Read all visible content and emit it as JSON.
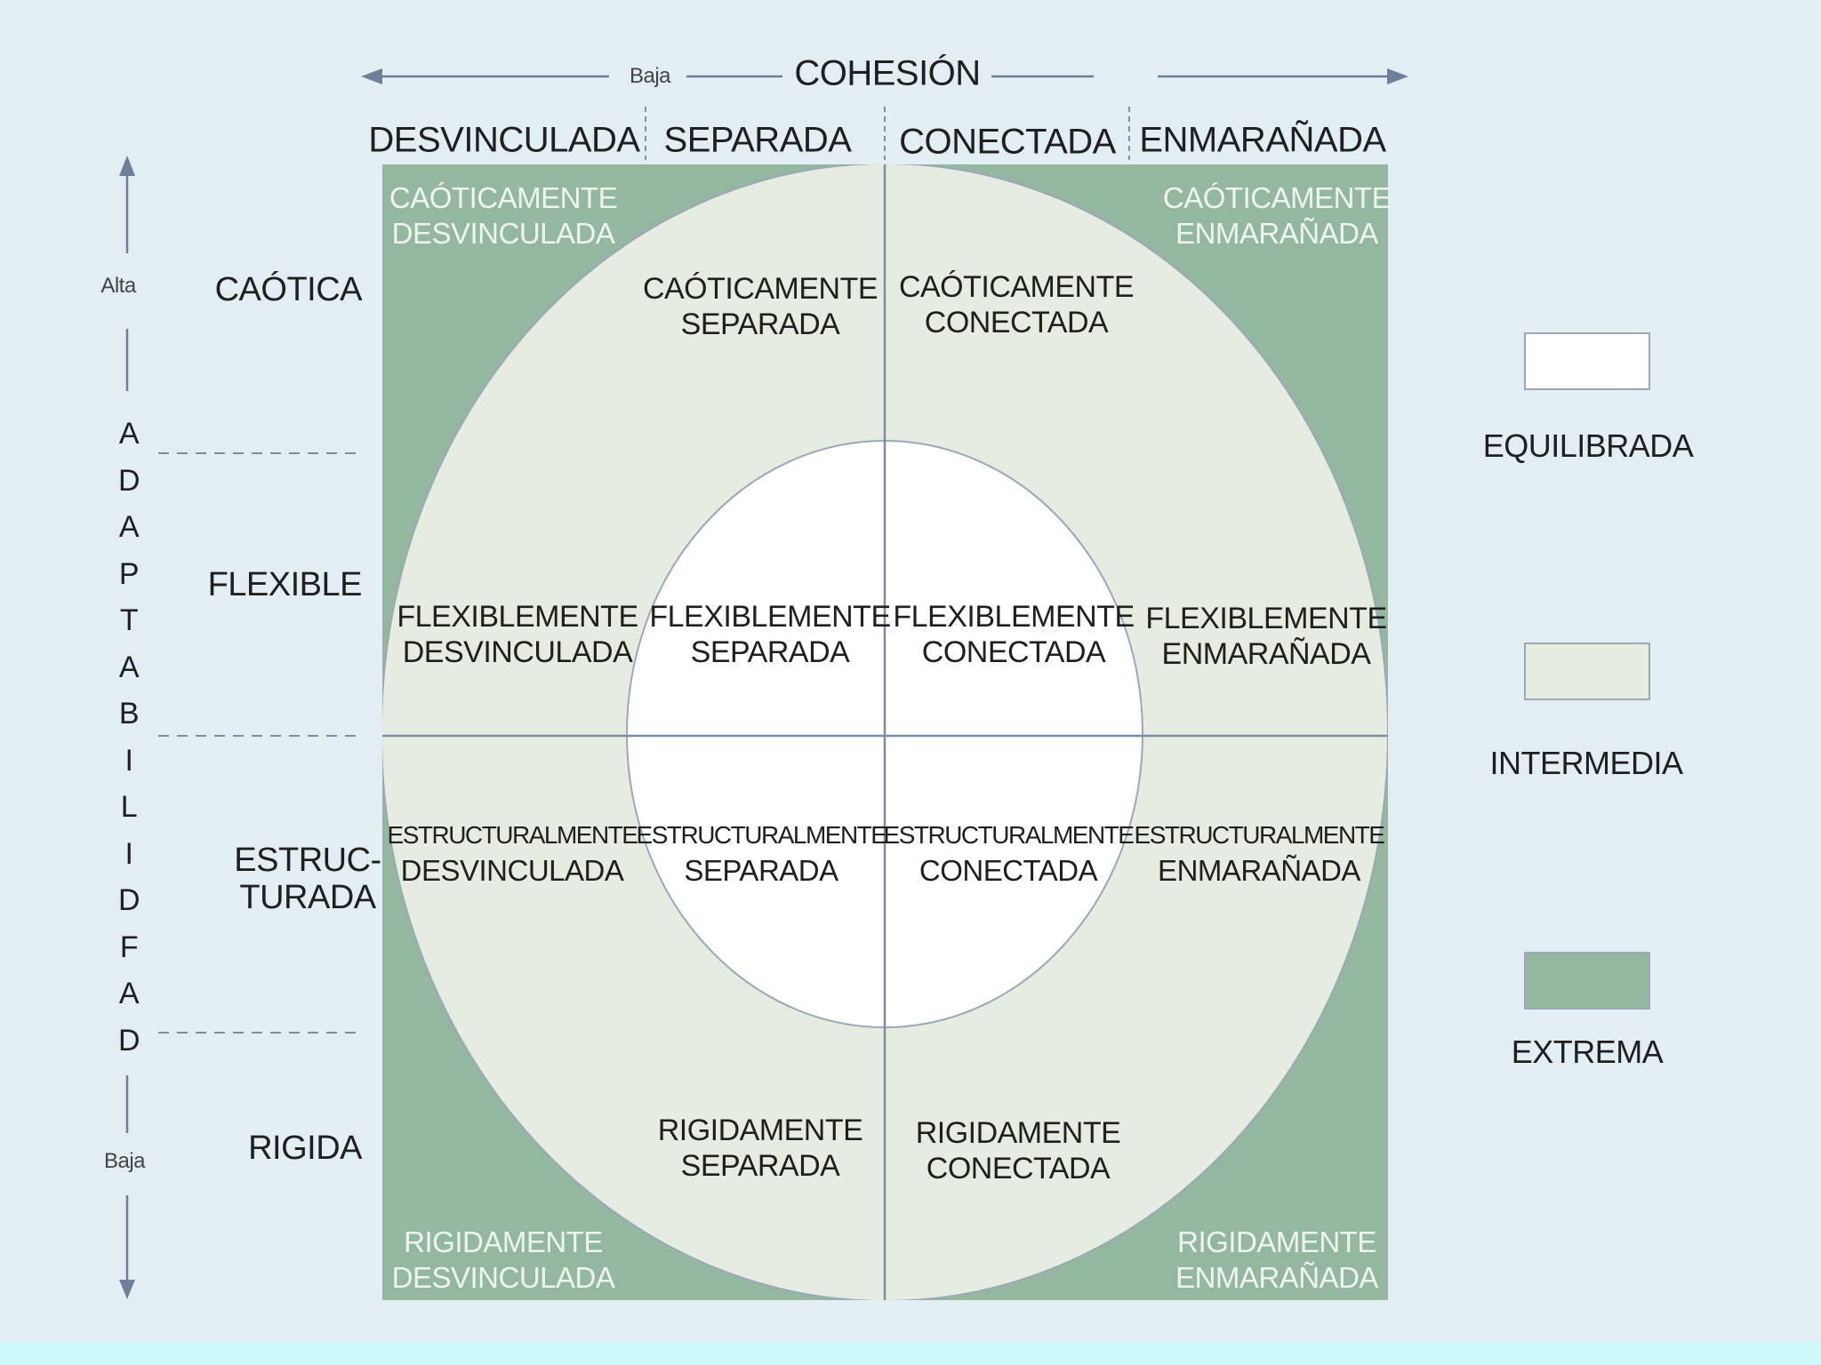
{
  "colors": {
    "background": "#e2eef1",
    "outer_band": "#cdfbfb",
    "equilibrada": "#ffffff",
    "intermedia": "#e6ecdf",
    "extrema": "#94b89f",
    "lines": "#7e8ca6"
  },
  "cohesion": {
    "title": "COHESIÓN",
    "low_label": "Baja",
    "columns": [
      "DESVINCULADA",
      "SEPARADA",
      "CONECTADA",
      "ENMARAÑADA"
    ]
  },
  "adaptabilidad": {
    "letters": [
      "A",
      "D",
      "A",
      "P",
      "T",
      "A",
      "B",
      "I",
      "L",
      "I",
      "D",
      "F",
      "A",
      "D"
    ],
    "high_label": "Alta",
    "low_label": "Baja",
    "rows": [
      {
        "line1": "CAÓTICA",
        "line2": ""
      },
      {
        "line1": "FLEXIBLE",
        "line2": ""
      },
      {
        "line1": "ESTRUC-",
        "line2": "TURADA"
      },
      {
        "line1": "RIGIDA",
        "line2": ""
      }
    ]
  },
  "corners": {
    "top_left": [
      "CAÓTICAMENTE",
      "DESVINCULADA"
    ],
    "top_right": [
      "CAÓTICAMENTE",
      "ENMARAÑADA"
    ],
    "bottom_left": [
      "RIGIDAMENTE",
      "DESVINCULADA"
    ],
    "bottom_right": [
      "RIGIDAMENTE",
      "ENMARAÑADA"
    ]
  },
  "cells": {
    "caotica_separada": [
      "CAÓTICAMENTE",
      "SEPARADA"
    ],
    "caotica_conectada": [
      "CAÓTICAMENTE",
      "CONECTADA"
    ],
    "flex_desvinculada": [
      "FLEXIBLEMENTE",
      "DESVINCULADA"
    ],
    "flex_separada": [
      "FLEXIBLEMENTE",
      "SEPARADA"
    ],
    "flex_conectada": [
      "FLEXIBLEMENTE",
      "CONECTADA"
    ],
    "flex_enmaranada": [
      "FLEXIBLEMENTE",
      "ENMARAÑADA"
    ],
    "estr_desvinculada": [
      "ESTRUCTURALMENTE",
      "DESVINCULADA"
    ],
    "estr_separada": [
      "ESTRUCTURALMENTE",
      "SEPARADA"
    ],
    "estr_conectada": [
      "ESTRUCTURALMENTE",
      "CONECTADA"
    ],
    "estr_enmaranada": [
      "ESTRUCTURALMENTE",
      "ENMARAÑADA"
    ],
    "rig_separada": [
      "RIGIDAMENTE",
      "SEPARADA"
    ],
    "rig_conectada": [
      "RIGIDAMENTE",
      "CONECTADA"
    ]
  },
  "legend": [
    {
      "label": "EQUILIBRADA"
    },
    {
      "label": "INTERMEDIA"
    },
    {
      "label": "EXTREMA"
    }
  ]
}
